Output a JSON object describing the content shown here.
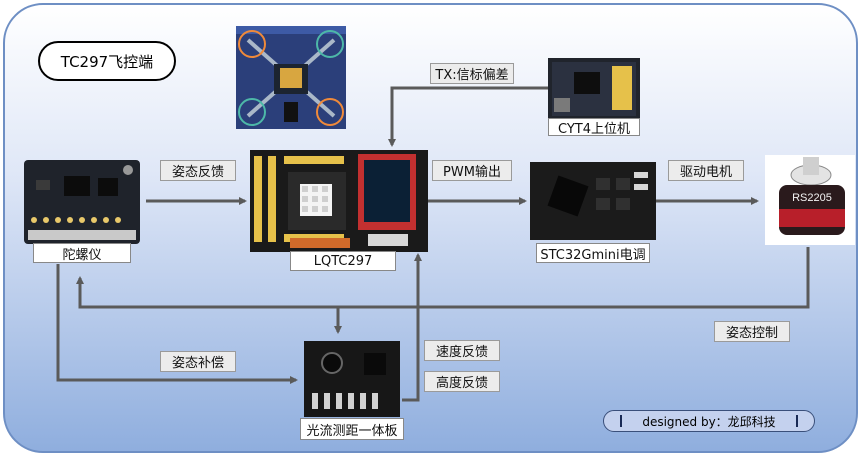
{
  "title": "TC297飞控端",
  "nodes": {
    "gyro": "陀螺仪",
    "controller": "LQTC297",
    "esc": "STC32Gmini电调",
    "host": "CYT4上位机",
    "flow": "光流测距一体板"
  },
  "edges": {
    "attitude_feedback": "姿态反馈",
    "tx_beacon_offset": "TX:信标偏差",
    "pwm_output": "PWM输出",
    "drive_motor": "驱动电机",
    "attitude_control": "姿态控制",
    "attitude_compensation": "姿态补偿",
    "speed_feedback": "速度反馈",
    "height_feedback": "高度反馈"
  },
  "motor_marking": "RS2205",
  "credit": "designed by：龙邱科技",
  "colors": {
    "arrow": "#5a5a5a",
    "panel_border": "#6e8fc4"
  }
}
